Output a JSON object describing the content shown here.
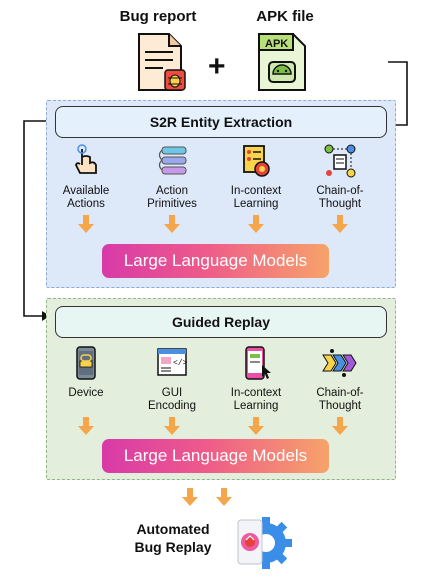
{
  "inputs": {
    "bug_report_label": "Bug report",
    "apk_label": "APK file",
    "apk_icon_text": "APK",
    "plus": "+"
  },
  "stage1": {
    "title": "S2R Entity Extraction",
    "items": [
      {
        "label": "Available\nActions",
        "icon": "touch-icon"
      },
      {
        "label": "Action\nPrimitives",
        "icon": "primitives-icon"
      },
      {
        "label": "In-context\nLearning",
        "icon": "learning-icon"
      },
      {
        "label": "Chain-of-\nThought",
        "icon": "chain-icon"
      }
    ],
    "llm_label": "Large Language Models"
  },
  "stage2": {
    "title": "Guided Replay",
    "items": [
      {
        "label": "Device",
        "icon": "device-icon"
      },
      {
        "label": "GUI\nEncoding",
        "icon": "gui-encoding-icon"
      },
      {
        "label": "In-context\nLearning",
        "icon": "phone-learning-icon"
      },
      {
        "label": "Chain-of-\nThought",
        "icon": "chevrons-icon"
      }
    ],
    "llm_label": "Large Language Models"
  },
  "output": {
    "label": "Automated\nBug Replay"
  },
  "colors": {
    "arrow": "#f6a64a",
    "panel1": "#dde8f8",
    "panel2": "#e3eedc",
    "llm_start": "#d83aa8",
    "llm_end": "#f7a36a"
  }
}
